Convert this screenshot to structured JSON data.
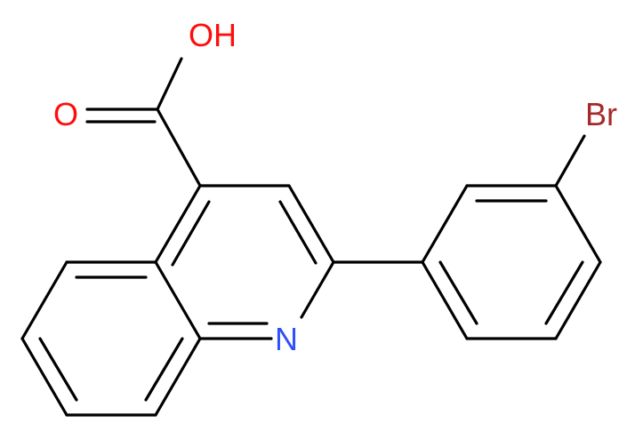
{
  "molecule": {
    "atoms": {
      "hydroxyl": "OH",
      "carbonyl_oxygen": "O",
      "bromine": "Br",
      "nitrogen": "N"
    },
    "colors": {
      "bond": "#000000",
      "oxygen": "#ff0d0d",
      "bromine": "#a62929",
      "nitrogen": "#3050f8",
      "background": "#ffffff"
    }
  }
}
